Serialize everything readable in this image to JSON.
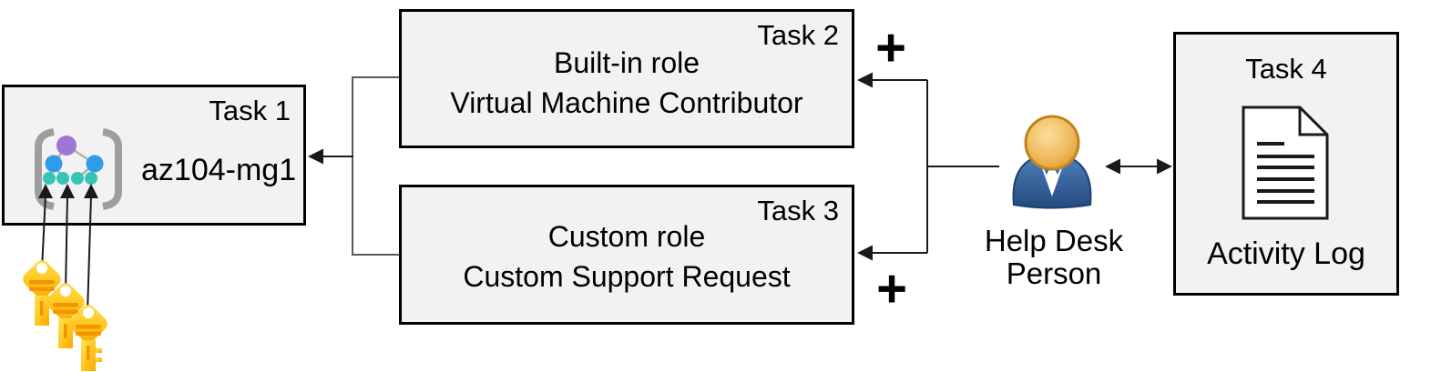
{
  "colors": {
    "box-fill": "#f2f2f2",
    "box-border": "#000000",
    "bracket-gray": "#595959",
    "text": "#000000",
    "key-yellow": "#FFC61E",
    "key-orange": "#F29500",
    "person-blue": "#2E5C9E",
    "person-head-orange": "#E8A33D",
    "mg-purple": "#9F76D6",
    "mg-blue": "#2E9CEA",
    "mg-teal": "#35C4B5",
    "mg-bracket": "#9E9E9E"
  },
  "icons": {
    "task1": "management-group-icon",
    "task1_keys": "key-icon",
    "task4": "document-icon",
    "person": "person-icon"
  },
  "task1": {
    "label": "Task 1",
    "name": "az104-mg1"
  },
  "task2": {
    "label": "Task 2",
    "line1": "Built-in role",
    "line2": "Virtual Machine Contributor"
  },
  "task3": {
    "label": "Task 3",
    "line1": "Custom role",
    "line2": "Custom Support Request"
  },
  "task4": {
    "label": "Task 4",
    "caption": "Activity Log"
  },
  "person": {
    "label_line1": "Help Desk",
    "label_line2": "Person"
  },
  "plus_top": "+",
  "plus_bottom": "+"
}
